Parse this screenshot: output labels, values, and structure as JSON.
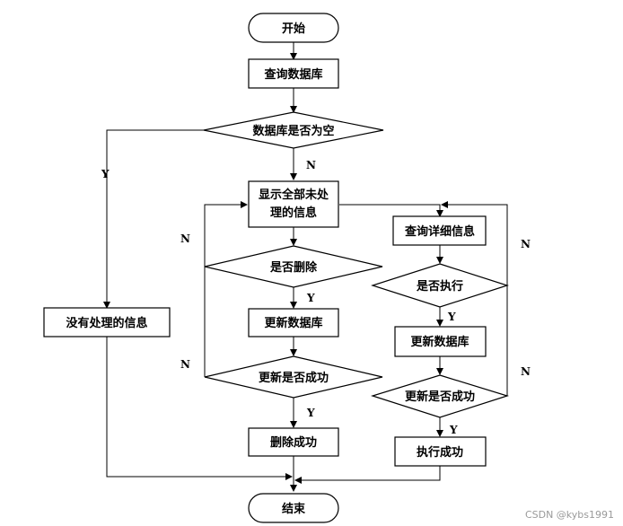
{
  "nodes": {
    "start": "开始",
    "query_db": "查询数据库",
    "db_empty": "数据库是否为空",
    "show_all_line1": "显示全部未处",
    "show_all_line2": "理的信息",
    "no_pending": "没有处理的信息",
    "is_delete": "是否删除",
    "update_db_left": "更新数据库",
    "update_ok_left": "更新是否成功",
    "delete_ok": "删除成功",
    "query_detail": "查询详细信息",
    "is_execute": "是否执行",
    "update_db_right": "更新数据库",
    "update_ok_right": "更新是否成功",
    "execute_ok": "执行成功",
    "end": "结束"
  },
  "edge_labels": {
    "db_empty_yes": "Y",
    "db_empty_no": "N",
    "delete_no": "N",
    "delete_yes": "Y",
    "update_left_no": "N",
    "update_left_yes": "Y",
    "execute_no": "N",
    "execute_yes": "Y",
    "update_right_no": "N",
    "update_right_yes": "Y"
  },
  "watermark": "CSDN @kybs1991"
}
